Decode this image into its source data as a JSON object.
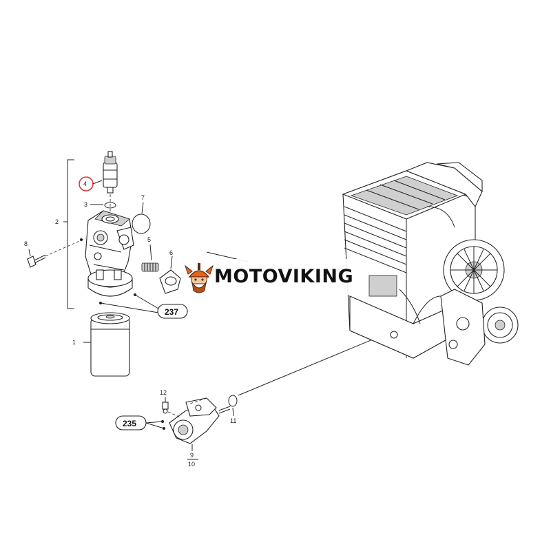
{
  "brand": {
    "name": "MOTOVIKING",
    "logo_icon": "viking-helmet-logo",
    "colors": {
      "logo_orange": "#e8621a",
      "logo_dark": "#5a2a0e",
      "text": "#111111"
    }
  },
  "diagram": {
    "highlight_color": "#d23a3a",
    "part_labels": {
      "p1": "1",
      "p2": "2",
      "p3": "3",
      "p4": "4",
      "p5": "5",
      "p6": "6",
      "p7": "7",
      "p8": "8",
      "p9": "9",
      "p10": "10",
      "p11": "11",
      "p12": "12"
    },
    "callouts": {
      "c237": "237",
      "c235": "235"
    },
    "highlighted_part": "4"
  }
}
